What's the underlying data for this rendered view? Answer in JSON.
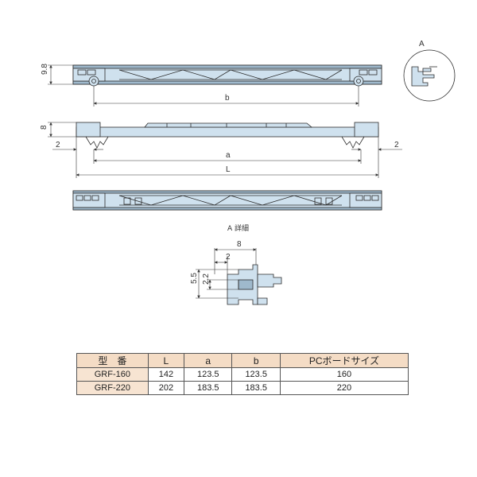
{
  "views": {
    "top": {
      "height_label": "9.8",
      "b_label": "b"
    },
    "front": {
      "height_label": "8",
      "left_gap": "2",
      "right_gap": "2",
      "a_label": "a",
      "l_label": "L"
    },
    "detail_ref": "A",
    "detail_title": "A 詳細",
    "detail": {
      "width_8": "8",
      "width_2": "2",
      "height_55": "5.5",
      "height_22": "2.2"
    }
  },
  "table": {
    "headers": [
      "型　番",
      "L",
      "a",
      "b",
      "PCボードサイズ"
    ],
    "rows": [
      {
        "model": "GRF-160",
        "L": "142",
        "a": "123.5",
        "b": "123.5",
        "pc": "160"
      },
      {
        "model": "GRF-220",
        "L": "202",
        "a": "183.5",
        "b": "183.5",
        "pc": "220"
      }
    ]
  }
}
